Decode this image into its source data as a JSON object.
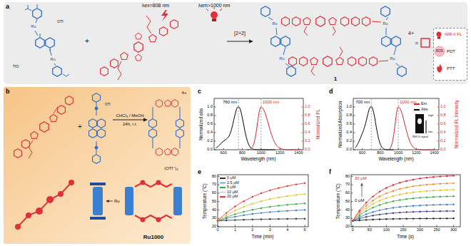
{
  "diagram": {
    "nodes": [
      {
        "text": [
          "a"
        ]
      },
      {
        "text": [
          "NIR-II FL",
          "ROS",
          "PDT",
          "PTT"
        ],
        "in": 0
      },
      {
        "text": [
          "b"
        ]
      }
    ],
    "labels": [
      "λex=808 nm",
      "λem>1000 nm",
      "OTf",
      "TfO",
      "Ru",
      "Ru",
      "[2+2]",
      "Ru",
      "Ru",
      "Ru",
      "Ru",
      "4+",
      "1",
      "=",
      "CHCl₃ / MeOH",
      "24h, r.t.",
      "4+",
      "(OTf⁻)₄",
      "OTf",
      "Ru",
      "Ru1000",
      "c",
      "Normalized abs",
      "Normalized FL",
      "Wavelength (nm)",
      "760 nm",
      "1000 nm",
      "600",
      "800",
      "1000",
      "1200",
      "1400",
      "0.0",
      "0.2",
      "0.4",
      "0.6",
      "0.8",
      "1.0",
      "0.0",
      "0.2",
      "0.4",
      "0.6",
      "0.8",
      "1.0",
      "d",
      "Normalized Absorption",
      "Normalized FL Intensity",
      "Wavelength (nm)",
      "700 nm",
      "1000 nm",
      "high",
      "low",
      "NIR-II signal",
      "600",
      "800",
      "1000",
      "1200",
      "1400",
      "0.0",
      "0.2",
      "0.4",
      "0.6",
      "0.8",
      "1.0",
      "0.0",
      "0.2",
      "0.4",
      "0.6",
      "0.8",
      "1.0",
      "e",
      "Temperature (°C)",
      "Time (min)",
      "0",
      "1",
      "2",
      "3",
      "4",
      "5",
      "20",
      "30",
      "40",
      "50",
      "60",
      "70",
      "80",
      "f",
      "Temperature (°C)",
      "Time (s)",
      "0",
      "50",
      "100",
      "150",
      "200",
      "250",
      "300",
      "20",
      "30",
      "40",
      "50",
      "60",
      "70",
      "80",
      "30 μM",
      "0 μM",
      "+",
      "+"
    ],
    "legend": [
      {
        "text": "0 μM",
        "color": "#333333"
      },
      {
        "text": "2.5 μM",
        "color": "#3a78c8"
      },
      {
        "text": "5 μM",
        "color": "#3aa84a"
      },
      {
        "text": "10 μM",
        "color": "#e0c22a"
      },
      {
        "text": "20 μM",
        "color": "#e8352a"
      },
      {
        "text": "Em",
        "color": "#e0202a"
      },
      {
        "text": "Abs",
        "color": "#000000"
      }
    ]
  }
}
